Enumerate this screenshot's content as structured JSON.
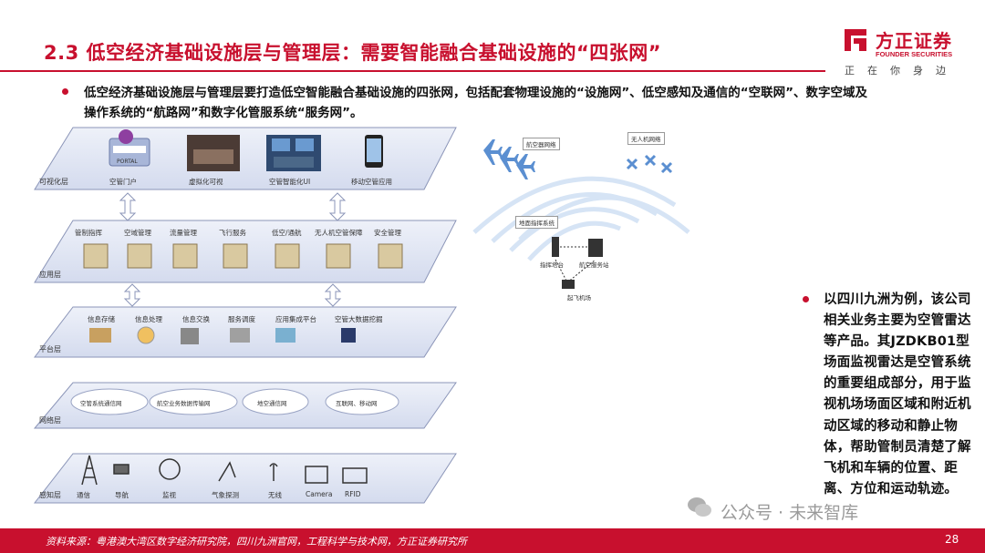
{
  "header": {
    "title": "2.3 低空经济基础设施层与管理层：需要智能融合基础设施的“四张网”"
  },
  "logo": {
    "name_cn": "方正证券",
    "name_en": "FOUNDER SECURITIES",
    "slogan": "正在你身边"
  },
  "intro": "低空经济基础设施层与管理层要打造低空智能融合基础设施的四张网，包括配套物理设施的“设施网”、低空感知及通信的“空联网”、数字空域及操作系统的“航路网”和数字化管服系统“服务网”。",
  "diagram": {
    "layers": {
      "visual": "可视化层",
      "app": "应用层",
      "platform": "平台层",
      "network": "网络层",
      "sensing": "感知层"
    },
    "visual_items": [
      "空管门户",
      "虚拟化可视",
      "空管智能化UI",
      "移动空管应用"
    ],
    "portal_tag": "PORTAL",
    "app_items": [
      "管制指挥",
      "空域管理",
      "流量管理",
      "飞行服务",
      "低空/通航",
      "无人机空管保障",
      "安全管理"
    ],
    "platform_items": [
      "信息存储",
      "信息处理",
      "信息交换",
      "服务调度",
      "应用集成平台",
      "空管大数据挖掘"
    ],
    "network_items": [
      "空管系统通信网",
      "航空业务数据传输网",
      "地空通信网",
      "互联网、移动网"
    ],
    "sensing_items": [
      "通信",
      "导航",
      "监视",
      "气象探测",
      "无线",
      "Camera",
      "RFID"
    ]
  },
  "network": {
    "aircraft_net": "航空器网络",
    "uav_net": "无人机网络",
    "ground_cmd": "地面指挥系统",
    "cmd_station": "指挥塔台",
    "service_station": "航空服务站",
    "airport": "起飞机场"
  },
  "right_text": "以四川九洲为例，该公司相关业务主要为空管雷达等产品。其JZDKB01型场面监视雷达是空管系统的重要组成部分，用于监视机场场面区域和附近机动区域的移动和静止物体，帮助管制员清楚了解飞机和车辆的位置、距离、方位和运动轨迹。",
  "footer": {
    "source": "资料来源：粤港澳大湾区数字经济研究院，四川九洲官网，工程科学与技术网，方正证券研究所",
    "page": "28"
  },
  "watermark": "公众号 · 未来智库",
  "colors": {
    "brand_red": "#c8102e",
    "plane_blue": "#5b8fd1",
    "layer_fill": "#dde3f2",
    "layer_stroke": "#8b95b8"
  }
}
